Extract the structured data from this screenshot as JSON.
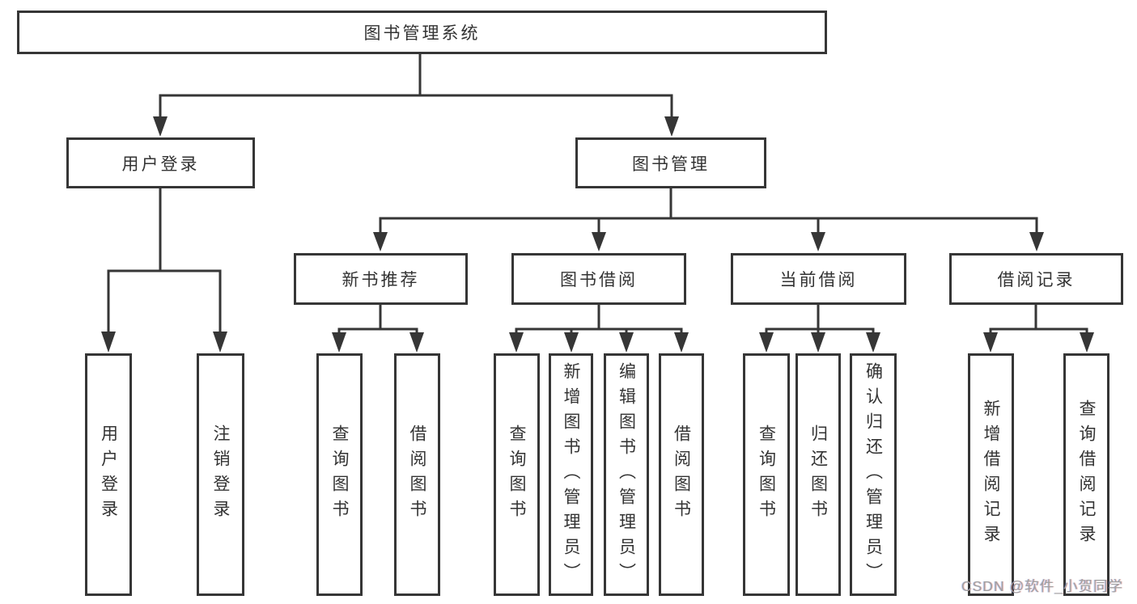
{
  "diagram": {
    "root": {
      "label": "图书管理系统"
    },
    "branches": [
      {
        "label": "用户登录",
        "children": [
          {
            "label": "用户登录"
          },
          {
            "label": "注销登录"
          }
        ]
      },
      {
        "label": "图书管理",
        "children": [
          {
            "label": "新书推荐",
            "children": [
              {
                "label": "查询图书"
              },
              {
                "label": "借阅图书"
              }
            ]
          },
          {
            "label": "图书借阅",
            "children": [
              {
                "label": "查询图书"
              },
              {
                "label": "新增图书（管理员）"
              },
              {
                "label": "编辑图书（管理员）"
              },
              {
                "label": "借阅图书"
              }
            ]
          },
          {
            "label": "当前借阅",
            "children": [
              {
                "label": "查询图书"
              },
              {
                "label": "归还图书"
              },
              {
                "label": "确认归还（管理员）"
              }
            ]
          },
          {
            "label": "借阅记录",
            "children": [
              {
                "label": "新增借阅记录"
              },
              {
                "label": "查询借阅记录"
              }
            ]
          }
        ]
      }
    ]
  },
  "watermark": "CSDN @软件_小贺同学",
  "colors": {
    "line": "#363636",
    "text": "#333333",
    "watermark_text": "#a0a0a0",
    "background": "#ffffff"
  }
}
